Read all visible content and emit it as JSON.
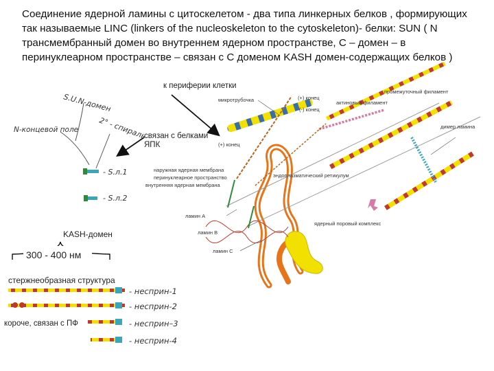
{
  "title_text": "Соединение ядерной ламины с цитоскелетом  - два типа линкерных белков , формирующих так называемые LINC (linkers of the nucleoskeleton to the cytoskeleton)- белки: SUN ( N трансмембранный домен во внутреннем ядерном пространстве, С – домен – в перинуклеарном пространстве – связан с С доменом  KASH домен-содержащих белков )",
  "annotations": {
    "periphery": "к периферии клетки",
    "npc_line1": "связан с белками",
    "npc_line2": "ЯПК",
    "kash_domain": "KASH-домен",
    "size_range": "300 - 400 нм",
    "rod_structure": "стержнеобразная структура",
    "shorter_pf": "короче, связан с ПФ"
  },
  "hand_labels": {
    "sun_domain": "S.U.N-домен",
    "n_term_field": "N-концевой поле",
    "coil_domain": "2° - спираль",
    "sun1": "- S.л.1",
    "sun2": "- S.л.2"
  },
  "nesprins": [
    "- несприн-1",
    "- несприн-2",
    "- несприн–3",
    "- несприн-4"
  ],
  "diagram_labels": {
    "microtubule": "микротрубочка",
    "end_plus": "(+) конец",
    "actin_filament": "актиновый филамент",
    "intermediate_filament": "промежуточный филамент",
    "end_minus": "(-) конец",
    "lamin_dimer": "димер ламина",
    "outer_membrane": "наружная ядерная мембрана",
    "perinuclear_space": "перинуклеарное пространство",
    "inner_membrane": "внутренняя ядерная мембрана",
    "er": "эндоплазматический ретикулум",
    "lamin_a": "ламин А",
    "lamin_b": "ламин В",
    "lamin_c": "ламин С",
    "nuclear_pore": "ядерный поровый комплекс"
  },
  "colors": {
    "arrow": "#111111",
    "rod_yellow": "#f2e100",
    "rod_red": "#c0392b",
    "membrane_orange": "#e8741a",
    "microtubule": "#3a6ea5",
    "nuclear_pore": "#f2e100",
    "lamin_cyan": "#3aa6b9",
    "pink": "#d67aa8",
    "green": "#2f8a3a"
  }
}
